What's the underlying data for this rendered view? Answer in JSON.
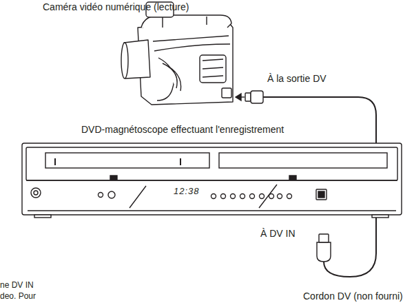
{
  "diagram": {
    "labels": [
      "Caméra vidéo numérique (lecture)",
      "À la sortie DV",
      "DVD-magnétoscope effectuant l'enregistrement",
      "12:38",
      "À DV IN",
      "Cordon DV (non fourni)",
      "ne DV IN",
      "deo. Pour"
    ]
  }
}
